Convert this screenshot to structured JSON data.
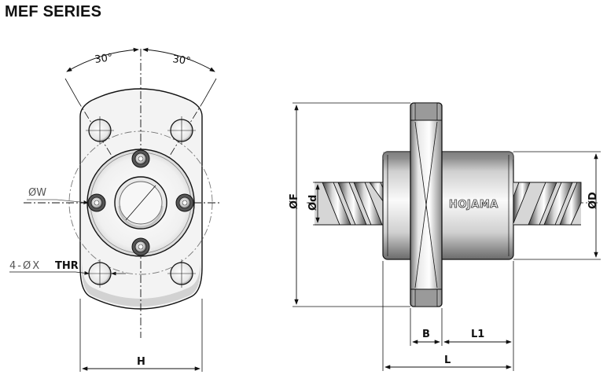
{
  "title": "MEF SERIES",
  "front_view": {
    "angle_left": "30°",
    "angle_right": "30°",
    "label_w": "ØW",
    "label_holes": "4-ØX",
    "label_thr": "THR",
    "label_h": "H"
  },
  "side_view": {
    "label_f": "ØF",
    "label_d_small": "Ød",
    "label_d_large": "ØD",
    "label_b": "B",
    "label_l1": "L1",
    "label_l": "L",
    "brand": "HOJAMA"
  },
  "colors": {
    "stroke": "#111111",
    "metal_dark": "#8a8a8a",
    "metal_light": "#f2f2f2"
  }
}
